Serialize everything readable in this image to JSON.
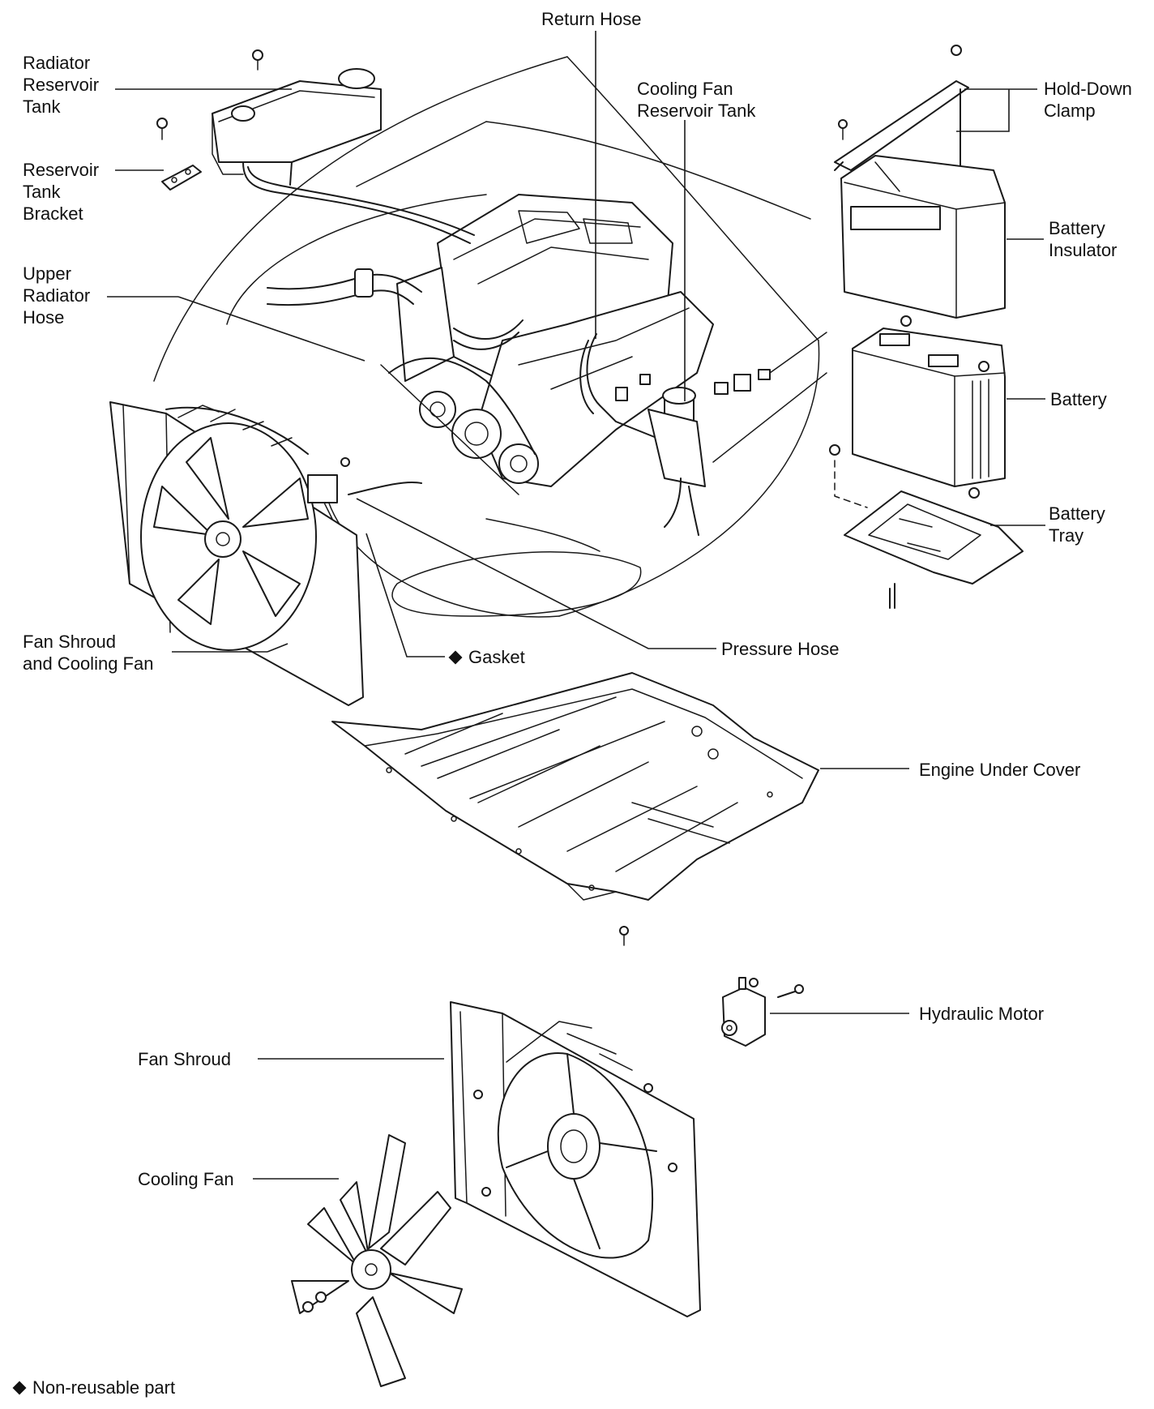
{
  "labels": {
    "return_hose": "Return Hose",
    "radiator_reservoir_tank": [
      "Radiator",
      "Reservoir",
      "Tank"
    ],
    "cooling_fan_reservoir_tank": [
      "Cooling Fan",
      "Reservoir Tank"
    ],
    "hold_down_clamp": [
      "Hold-Down",
      "Clamp"
    ],
    "reservoir_tank_bracket": [
      "Reservoir",
      "Tank",
      "Bracket"
    ],
    "battery_insulator": [
      "Battery",
      "Insulator"
    ],
    "upper_radiator_hose": [
      "Upper",
      "Radiator",
      "Hose"
    ],
    "battery": "Battery",
    "battery_tray": [
      "Battery",
      "Tray"
    ],
    "fan_shroud_and_cooling_fan": [
      "Fan Shroud",
      "and Cooling Fan"
    ],
    "gasket": "Gasket",
    "pressure_hose": "Pressure Hose",
    "engine_under_cover": "Engine Under Cover",
    "hydraulic_motor": "Hydraulic Motor",
    "fan_shroud": "Fan Shroud",
    "cooling_fan": "Cooling Fan",
    "non_reusable_part": "Non-reusable part"
  },
  "icons": {
    "non_reusable_marker": "diamond-icon"
  }
}
